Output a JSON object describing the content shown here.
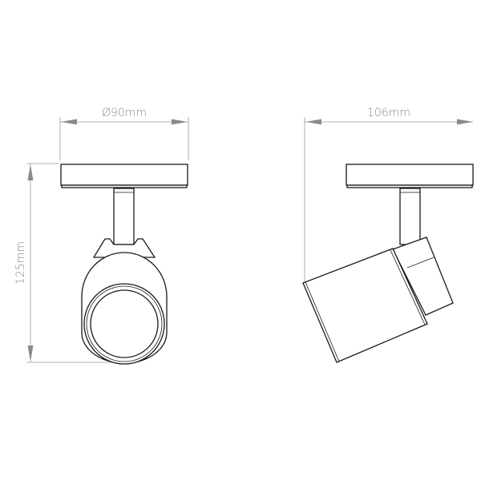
{
  "front_view": {
    "width_label": "Ø90mm",
    "height_label": "125mm"
  },
  "side_view": {
    "width_label": "106mm"
  },
  "colors": {
    "dimension": "#8a8a8a",
    "outline": "#1a1a1a",
    "background": "#ffffff"
  }
}
